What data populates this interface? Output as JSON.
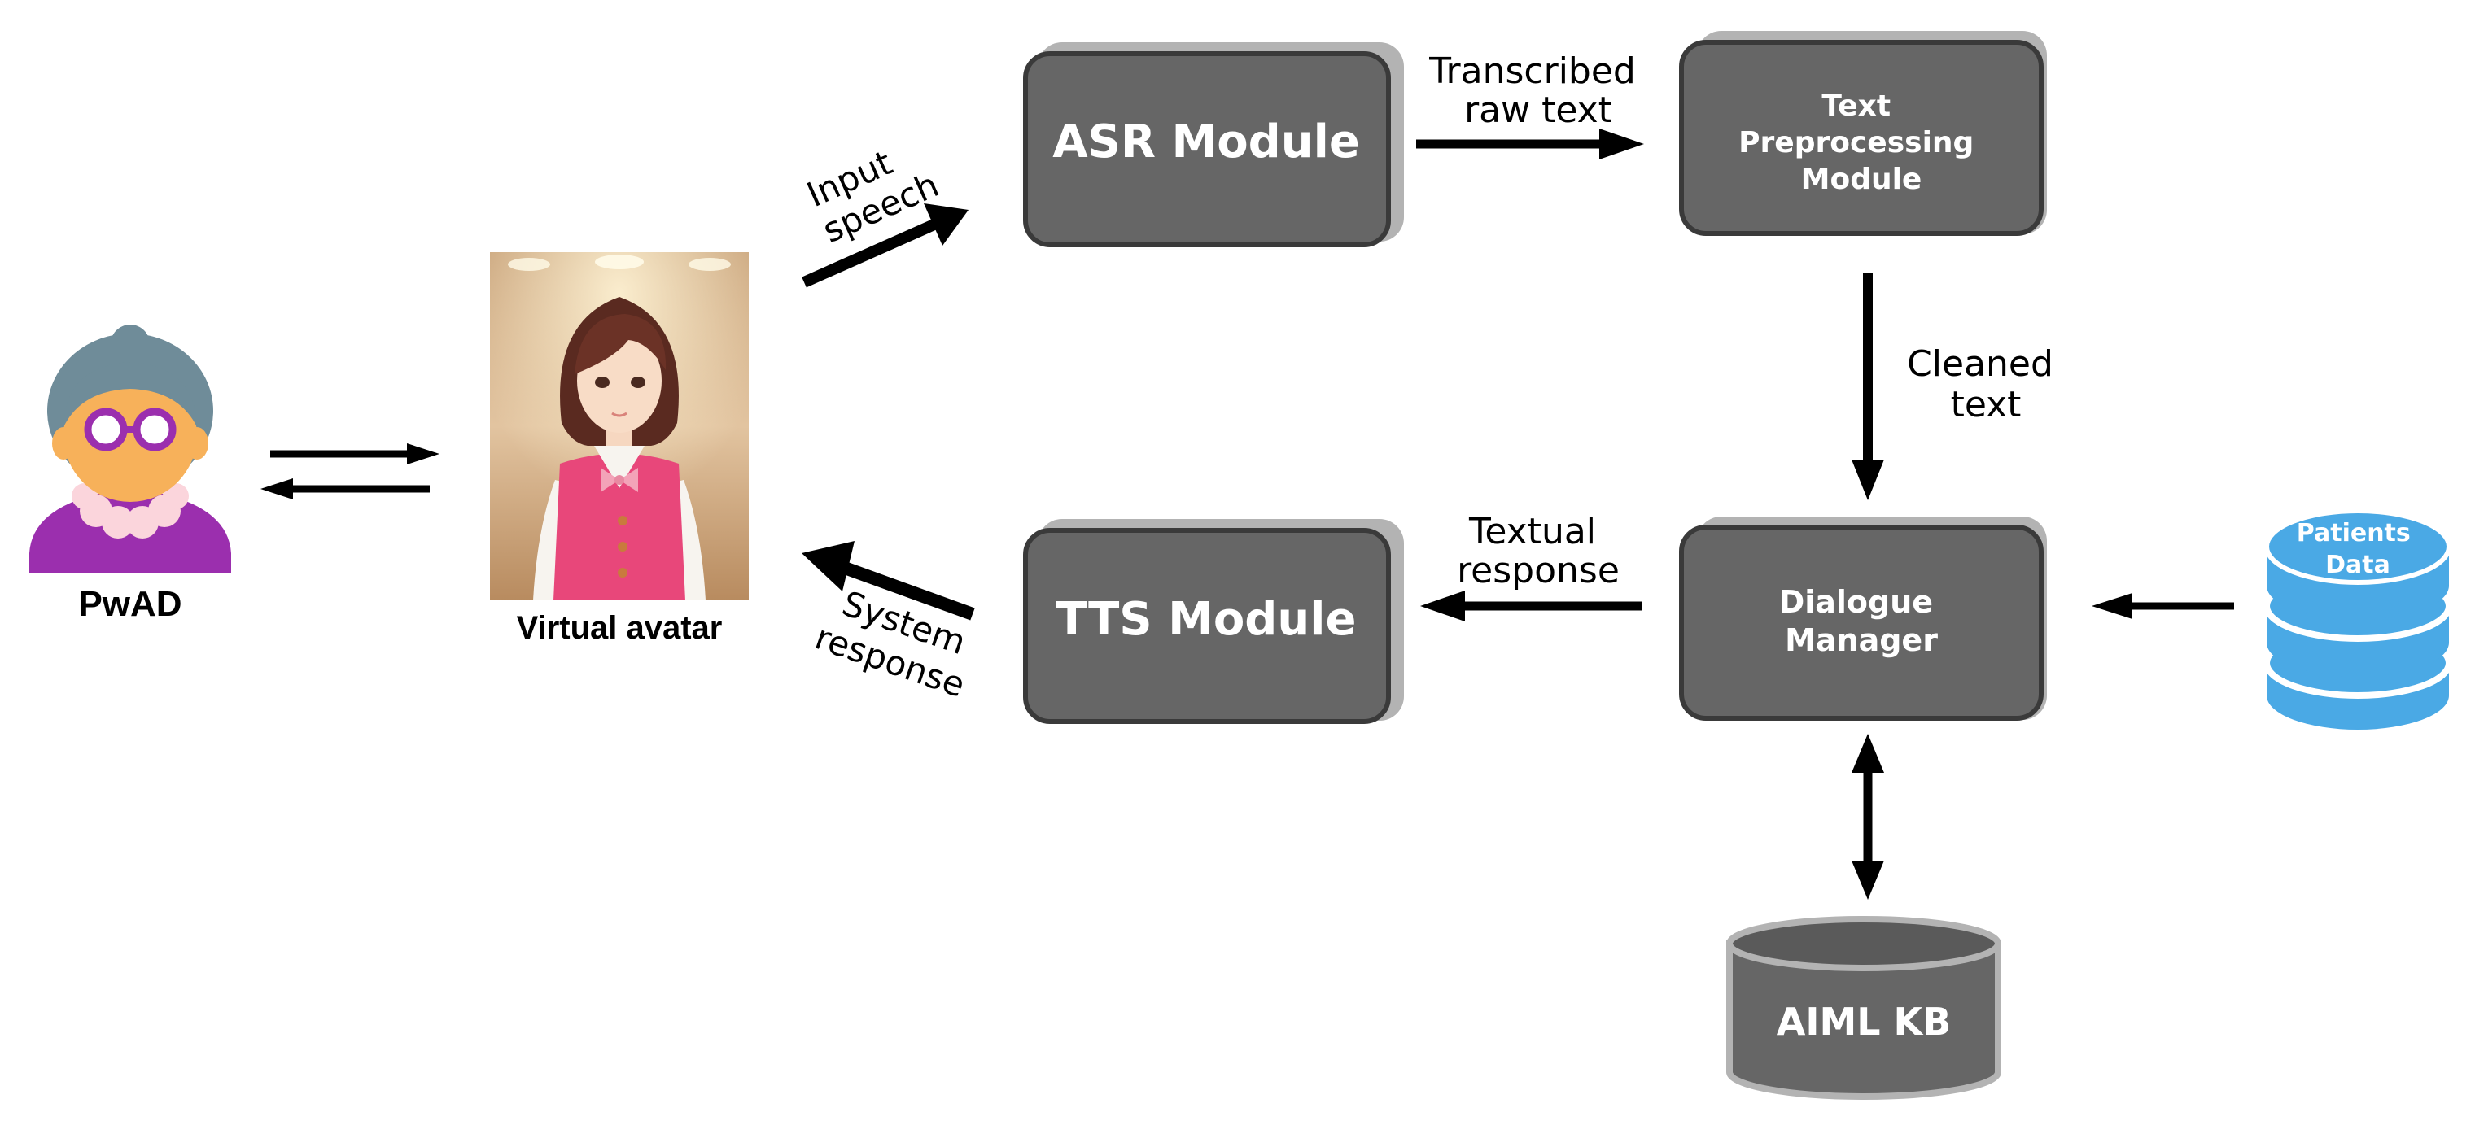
{
  "nodes": {
    "pwad": {
      "label": "PwAD"
    },
    "avatar": {
      "label": "Virtual avatar"
    },
    "asr": {
      "label": "ASR Module"
    },
    "text_pre": {
      "lines": [
        "Text",
        "Preprocessing",
        "Module"
      ]
    },
    "tts": {
      "label": "TTS Module"
    },
    "dialogue": {
      "lines": [
        "Dialogue",
        "Manager"
      ]
    },
    "patients_data": {
      "lines": [
        "Patients",
        "Data"
      ]
    },
    "aiml_kb": {
      "label": "AIML KB"
    }
  },
  "edges": {
    "input_speech": {
      "lines": [
        "Input",
        "speech"
      ]
    },
    "transcribed": {
      "lines": [
        "Transcribed",
        "raw text"
      ]
    },
    "cleaned": {
      "lines": [
        "Cleaned",
        "text"
      ]
    },
    "textual_response": {
      "lines": [
        "Textual",
        "response"
      ]
    },
    "system_response": {
      "lines": [
        "System",
        "response"
      ]
    }
  },
  "colors": {
    "box_fill": "#666666",
    "box_shadow": "#b3b3b3",
    "box_border": "#3a3a3a",
    "database_blue": "#4aa9e5",
    "pwad_purple": "#9b2fae",
    "pwad_skin": "#f7b15a",
    "pwad_hair": "#6f8c99",
    "avatar_vest": "#e8477a"
  }
}
